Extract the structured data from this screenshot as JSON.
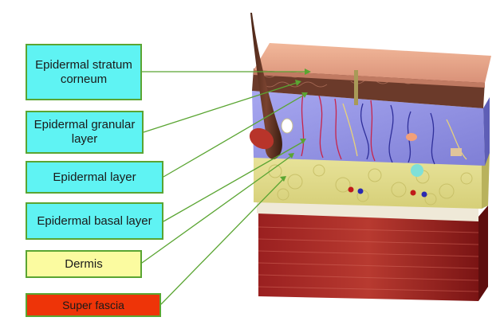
{
  "labels": {
    "stratum_corneum": "Epidermal stratum corneum",
    "granular_layer": "Epidermal granular layer",
    "epidermal_layer": "Epidermal layer",
    "basal_layer": "Epidermal basal layer",
    "dermis": "Dermis",
    "super_fascia": "Super fascia"
  },
  "colors": {
    "cyan_box": "#5ff3f3",
    "yellow_box": "#fbfba0",
    "red_box": "#ee3408",
    "box_border": "#5aa532",
    "leader_line": "#5aa532"
  }
}
